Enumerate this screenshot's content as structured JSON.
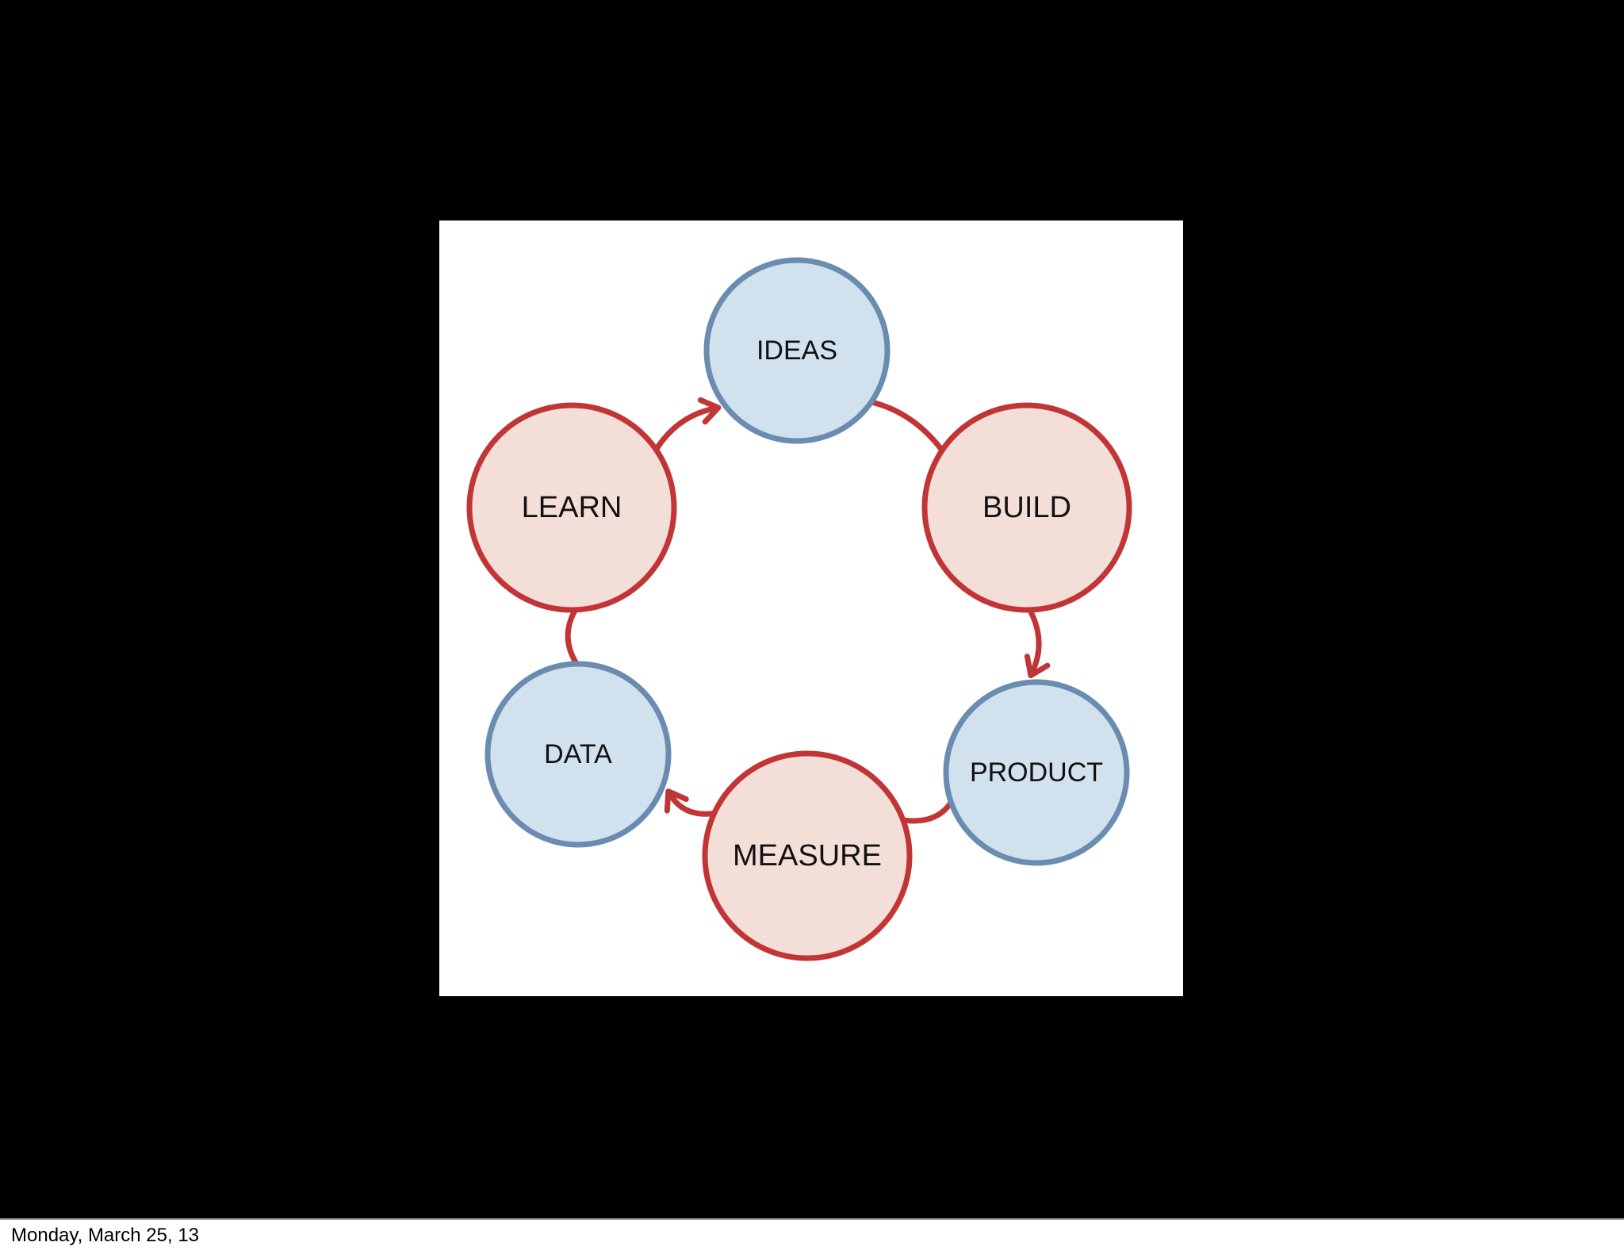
{
  "diagram": {
    "nodes": [
      {
        "id": "ideas",
        "label": "IDEAS",
        "kind": "blue"
      },
      {
        "id": "build",
        "label": "BUILD",
        "kind": "red"
      },
      {
        "id": "product",
        "label": "PRODUCT",
        "kind": "blue"
      },
      {
        "id": "measure",
        "label": "MEASURE",
        "kind": "red"
      },
      {
        "id": "data",
        "label": "DATA",
        "kind": "blue"
      },
      {
        "id": "learn",
        "label": "LEARN",
        "kind": "red"
      }
    ],
    "edges": [
      {
        "from": "ideas",
        "to": "build",
        "arrow": false
      },
      {
        "from": "build",
        "to": "product",
        "arrow": true
      },
      {
        "from": "product",
        "to": "measure",
        "arrow": false
      },
      {
        "from": "measure",
        "to": "data",
        "arrow": true
      },
      {
        "from": "data",
        "to": "learn",
        "arrow": false
      },
      {
        "from": "learn",
        "to": "ideas",
        "arrow": true
      }
    ],
    "colors": {
      "blue_fill": "#d2e1ee",
      "blue_stroke": "#6a8cb0",
      "red_fill": "#f3dfd8",
      "red_stroke": "#c13536",
      "connector": "#c13536"
    }
  },
  "footer": {
    "date": "Monday, March 25, 13"
  }
}
